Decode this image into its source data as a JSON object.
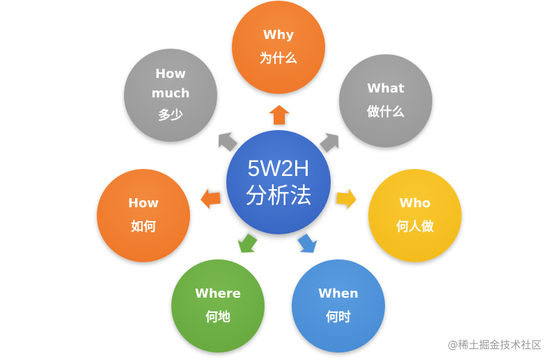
{
  "diagram": {
    "title": "5W2H",
    "subtitle": "分析法",
    "center_color": "#3b69c6",
    "nodes": [
      {
        "id": "why",
        "en": "Why",
        "zh": "为什么",
        "color": "#f07a2a"
      },
      {
        "id": "what",
        "en": "What",
        "zh": "做什么",
        "color": "#9e9e9e"
      },
      {
        "id": "who",
        "en": "Who",
        "zh": "何人做",
        "color": "#f5bd1f"
      },
      {
        "id": "when",
        "en": "When",
        "zh": "何时",
        "color": "#4d91d8"
      },
      {
        "id": "where",
        "en": "Where",
        "zh": "何地",
        "color": "#6cae44"
      },
      {
        "id": "how",
        "en": "How",
        "zh": "如何",
        "color": "#f07a2a"
      },
      {
        "id": "how_much",
        "en": "How much",
        "en_line1": "How",
        "en_line2": "much",
        "zh": "多少",
        "color": "#9e9e9e"
      }
    ],
    "arrows": [
      {
        "to": "why",
        "color": "#f07a2a"
      },
      {
        "to": "what",
        "color": "#9e9e9e"
      },
      {
        "to": "who",
        "color": "#f5bd1f"
      },
      {
        "to": "when",
        "color": "#4d91d8"
      },
      {
        "to": "where",
        "color": "#6cae44"
      },
      {
        "to": "how",
        "color": "#f07a2a"
      },
      {
        "to": "how_much",
        "color": "#9e9e9e"
      }
    ]
  },
  "watermark": "@稀土掘金技术社区"
}
